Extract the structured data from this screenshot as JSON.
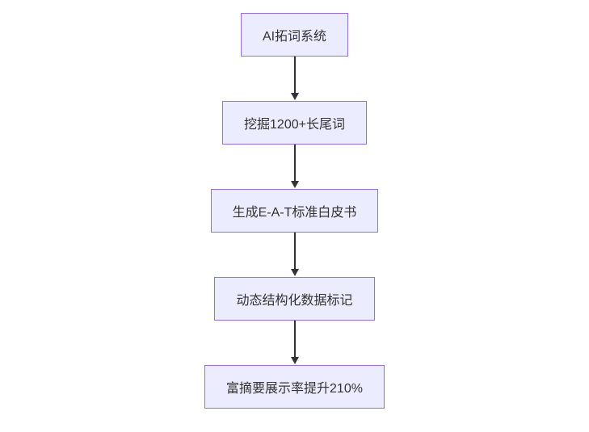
{
  "diagram": {
    "type": "flowchart",
    "direction": "top-down",
    "nodes": [
      {
        "id": "A",
        "label": "AI拓词系统"
      },
      {
        "id": "B",
        "label": "挖掘1200+长尾词"
      },
      {
        "id": "C",
        "label": "生成E-A-T标准白皮书"
      },
      {
        "id": "D",
        "label": "动态结构化数据标记"
      },
      {
        "id": "E",
        "label": "富摘要展示率提升210%"
      }
    ],
    "edges": [
      {
        "from": "A",
        "to": "B"
      },
      {
        "from": "B",
        "to": "C"
      },
      {
        "from": "C",
        "to": "D"
      },
      {
        "from": "D",
        "to": "E"
      }
    ],
    "colors": {
      "node_fill": "#ececff",
      "node_border": "#9370db",
      "text": "#333333",
      "arrow": "#333333",
      "background": "#ffffff"
    }
  }
}
